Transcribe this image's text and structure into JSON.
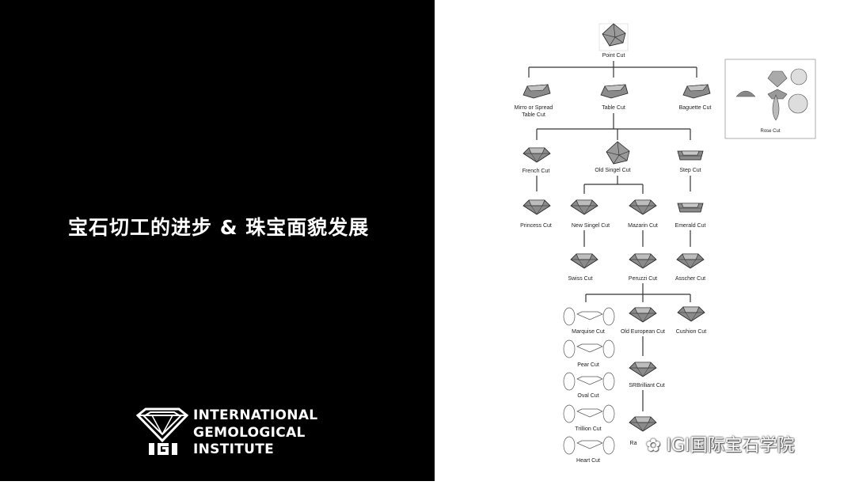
{
  "slide": {
    "title": "宝石切工的进步 & 珠宝面貌发展",
    "logo_lines": [
      "INTERNATIONAL",
      "GEMOLOGICAL",
      "INSTITUTE"
    ],
    "watermark": "IGI国际宝石学院"
  },
  "diagram": {
    "nodes": {
      "point": "Point Cut",
      "mirror1": "Mirro or Spread",
      "mirror2": "Table Cut",
      "table": "Table Cut",
      "baguette": "Baguette Cut",
      "rose": "Rose Cut",
      "french": "French Cut",
      "oldsingel": "Old Singel Cut",
      "step": "Step Cut",
      "princess": "Princess Cut",
      "newsingel": "New Singel Cut",
      "mazarin": "Mazarin Cut",
      "emerald": "Emerald Cut",
      "swiss": "Swiss Cut",
      "peruzzi": "Peruzzi Cut",
      "asscher": "Asscher Cut",
      "marquise": "Marquise Cut",
      "oldeuropean": "Old European Cut",
      "cushion": "Cushion Cut",
      "pear": "Pear Cut",
      "oval": "Oval Cut",
      "srbrilliant": "SRBrilliant Cut",
      "trillion": "Trillion Cut",
      "radiant": "Ra",
      "heart": "Heart Cut"
    }
  },
  "colors": {
    "left_bg": "#000000",
    "right_bg": "#ffffff",
    "gem": "#7a7a7a",
    "line": "#333333"
  }
}
